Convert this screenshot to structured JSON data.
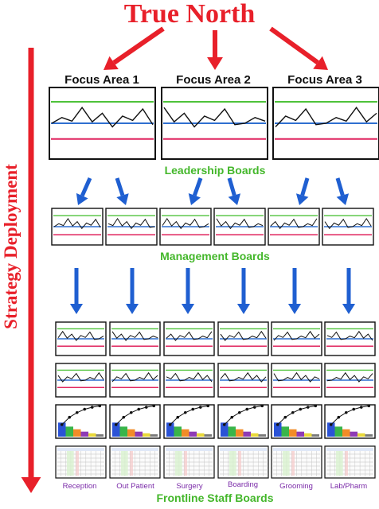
{
  "title": "True North",
  "side_label": "Strategy Deployment",
  "focus_areas": [
    "Focus Area 1",
    "Focus Area 2",
    "Focus Area 3"
  ],
  "tiers": {
    "leadership": "Leadership Boards",
    "management": "Management Boards",
    "frontline": "Frontline Staff Boards"
  },
  "departments": [
    "Reception",
    "Out Patient",
    "Surgery",
    "Boarding",
    "Grooming",
    "Lab/Pharm"
  ],
  "colors": {
    "accent_red": "#e8202a",
    "arrow_blue": "#1f5fd1",
    "line_green": "#4ec23a",
    "line_blue": "#2f6fd0",
    "line_red": "#e0245e",
    "tier_label_green": "#44b72b",
    "department_purple": "#7a2aa8",
    "pareto_colors": [
      "#2b53d6",
      "#39b54a",
      "#f28c28",
      "#8e3bb5",
      "#e8d83a",
      "#7a7a7a"
    ]
  },
  "icons": {
    "control_chart": "control-chart-icon",
    "pareto_chart": "pareto-chart-icon",
    "table_sheet": "spreadsheet-icon"
  }
}
